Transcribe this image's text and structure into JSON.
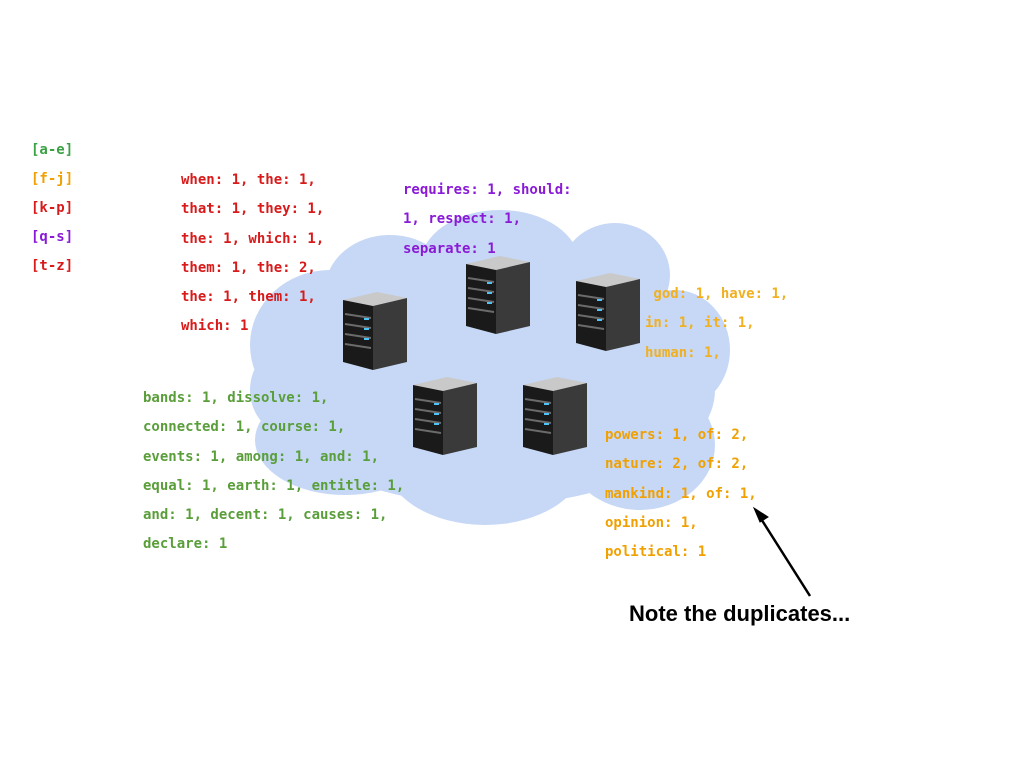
{
  "legend": [
    {
      "label": "[a-e]",
      "color": "#3aa145"
    },
    {
      "label": "[f-j]",
      "color": "#f0a000"
    },
    {
      "label": "[k-p]",
      "color": "#d81a1a"
    },
    {
      "label": "[q-s]",
      "color": "#8a1ad6"
    },
    {
      "label": "[t-z]",
      "color": "#d81a1a"
    }
  ],
  "blocks": {
    "red": {
      "color": "#d81a1a",
      "lines": [
        "when: 1, the: 1,",
        "that: 1, they: 1,",
        "the: 1, which: 1,",
        "them: 1, the: 2,",
        "the: 1, them: 1,",
        "which: 1"
      ]
    },
    "purple": {
      "color": "#8a1ad6",
      "lines": [
        "requires: 1, should:",
        "1, respect: 1,",
        "separate: 1"
      ]
    },
    "yellow_top": {
      "color": "#f0b020",
      "lines": [
        " god: 1, have: 1,",
        "in: 1, it: 1,",
        "human: 1,"
      ]
    },
    "green": {
      "color": "#5a9e3a",
      "lines": [
        "bands: 1, dissolve: 1,",
        "connected: 1, course: 1,",
        "events: 1, among: 1, and: 1,",
        "equal: 1, earth: 1, entitle: 1,",
        "and: 1, decent: 1, causes: 1,",
        "declare: 1"
      ]
    },
    "orange": {
      "color": "#f0a000",
      "lines": [
        "powers: 1, of: 2,",
        "nature: 2, of: 2,",
        "mankind: 1, of: 1,",
        "opinion: 1,",
        "political: 1"
      ]
    }
  },
  "annotation": {
    "text": "Note the duplicates..."
  },
  "cloud_color": "#c6d8f5",
  "icons": [
    "server-icon",
    "server-icon",
    "server-icon",
    "server-icon",
    "server-icon"
  ]
}
